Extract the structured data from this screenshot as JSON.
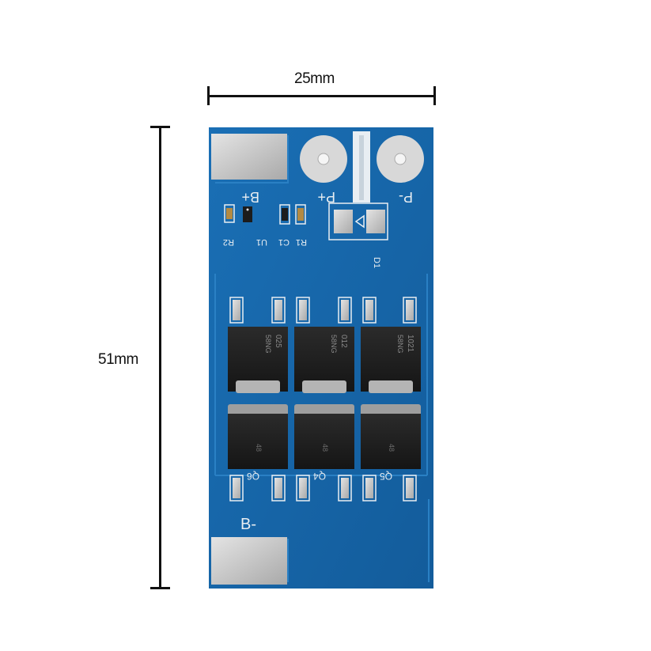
{
  "dimensions": {
    "width_label": "25mm",
    "height_label": "51mm"
  },
  "board": {
    "color": "#1565a8",
    "pad_labels": {
      "b_plus": "B+",
      "p_plus": "P+",
      "p_minus": "P-",
      "b_minus": "B-"
    },
    "component_labels": [
      "R2",
      "U1",
      "C1",
      "R1",
      "D1",
      "Q6",
      "Q4",
      "Q5"
    ],
    "mosfet_markings": [
      "025",
      "012",
      "1021",
      "58NG",
      "48"
    ]
  }
}
